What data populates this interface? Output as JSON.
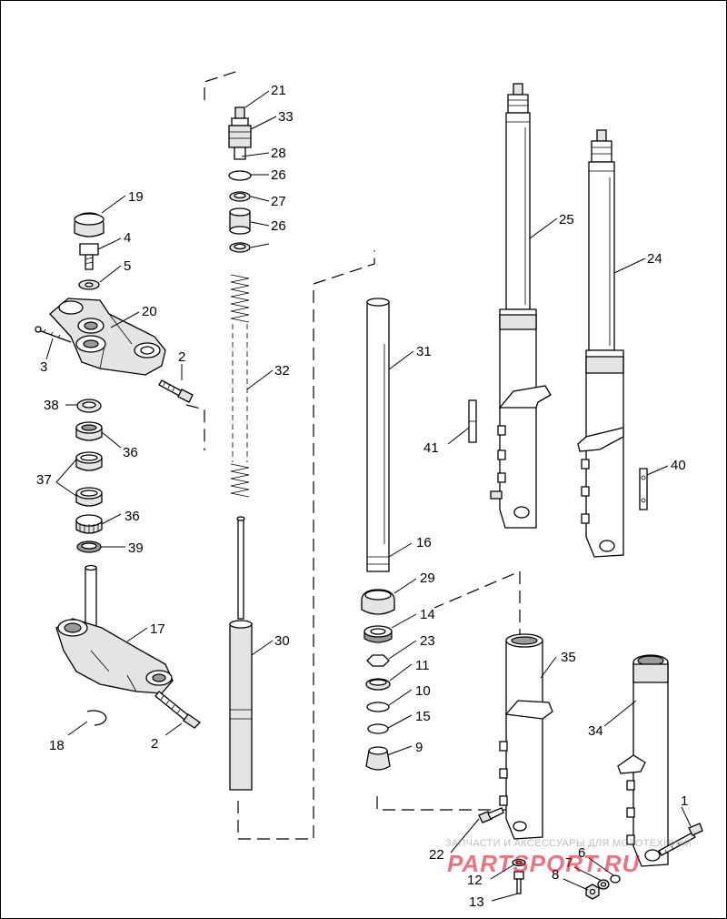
{
  "labels": {
    "p1": "1",
    "p2a": "2",
    "p2b": "2",
    "p3": "3",
    "p4": "4",
    "p5": "5",
    "p6": "6",
    "p7": "7",
    "p8": "8",
    "p9": "9",
    "p10": "10",
    "p11": "11",
    "p12": "12",
    "p13": "13",
    "p14": "14",
    "p15": "15",
    "p16": "16",
    "p17": "17",
    "p18": "18",
    "p19": "19",
    "p20": "20",
    "p21": "21",
    "p22": "22",
    "p23": "23",
    "p24": "24",
    "p25": "25",
    "p26a": "26",
    "p26b": "26",
    "p27": "27",
    "p28": "28",
    "p29": "29",
    "p30": "30",
    "p31": "31",
    "p32": "32",
    "p33": "33",
    "p34": "34",
    "p35": "35",
    "p36a": "36",
    "p36b": "36",
    "p37": "37",
    "p38": "38",
    "p39": "39",
    "p40": "40",
    "p41": "41"
  },
  "watermark": {
    "top": "ЗАПЧАСТИ И АКСЕССУАРЫ ДЛЯ МОТОТЕХНИКИ",
    "brand": "PARTSPORT.RU",
    "brand_color": "#e0001a"
  }
}
